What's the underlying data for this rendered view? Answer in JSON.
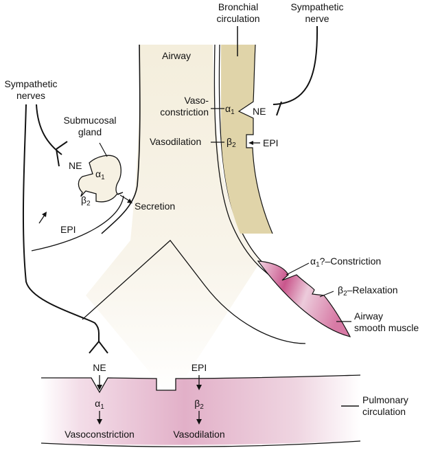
{
  "colors": {
    "airway_fill": "#f6f1e3",
    "bronchial_fill": "#e0d4a9",
    "muscle_fill": "#d66fa0",
    "pulmonary_fill": "#e3b2c9",
    "stroke": "#111111"
  },
  "labels": {
    "bronchial_circulation": [
      "Bronchial",
      "circulation"
    ],
    "sympathetic_nerve": [
      "Sympathetic",
      "nerve"
    ],
    "sympathetic_nerves": [
      "Sympathetic",
      "nerves"
    ],
    "airway": "Airway",
    "vasoconstriction_top": [
      "Vaso-",
      "constriction"
    ],
    "vasodilation_top": "Vasodilation",
    "alpha1": "α",
    "beta2": "β",
    "sub1": "1",
    "sub2": "2",
    "ne": "NE",
    "epi": "EPI",
    "submucosal_gland": [
      "Submucosal",
      "gland"
    ],
    "secretion": "Secretion",
    "constriction_q": "?–Constriction",
    "relaxation": "–Relaxation",
    "airway_smooth_muscle": [
      "Airway",
      "smooth muscle"
    ],
    "pulmonary_circulation": [
      "Pulmonary",
      "circulation"
    ],
    "vasoconstriction_bottom": "Vasoconstriction",
    "vasodilation_bottom": "Vasodilation"
  }
}
